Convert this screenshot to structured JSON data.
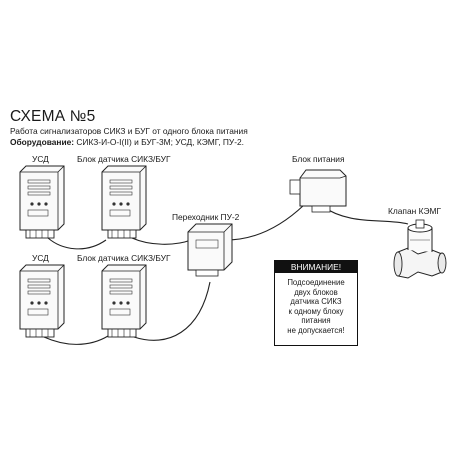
{
  "header": {
    "title": "СХЕМА №5",
    "subtitle": "Работа сигнализаторов СИКЗ и БУГ от одного блока питания",
    "equipment_label": "Оборудование:",
    "equipment_value": " СИКЗ-И-О-I(II) и БУГ-3М; УСД, КЭМГ, ПУ-2."
  },
  "labels": {
    "usd_top": "УСД",
    "sensor_top": "Блок датчика СИКЗ/БУГ",
    "usd_bottom": "УСД",
    "sensor_bottom": "Блок датчика СИКЗ/БУГ",
    "adapter": "Переходник ПУ-2",
    "power": "Блок питания",
    "valve": "Клапан КЭМГ"
  },
  "warning": {
    "heading": "ВНИМАНИЕ!",
    "lines": [
      "Подсоединение",
      "двух блоков",
      "датчика СИКЗ",
      "к одному блоку",
      "питания",
      "не допускается!"
    ]
  },
  "colors": {
    "line": "#222222",
    "device_fill": "#f7f7f7",
    "warning_head": "#111111"
  }
}
